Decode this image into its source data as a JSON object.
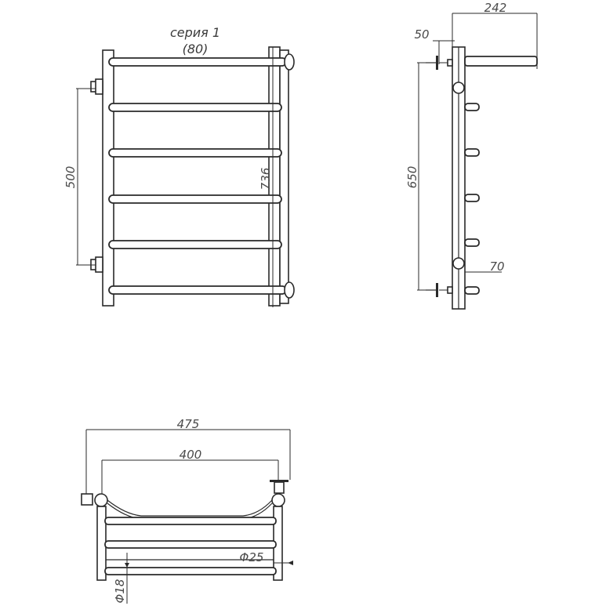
{
  "series": {
    "line1": "серия 1",
    "line2": "(80)"
  },
  "dimensions": {
    "connection_spacing": "500",
    "height": "736",
    "width_total": "242",
    "wall_offset": "50",
    "side_connection_spacing": "650",
    "rail_projection": "70",
    "overall_width": "475",
    "axis_width": "400",
    "pipe_main": "Φ25",
    "pipe_rail": "Φ18"
  },
  "colors": {
    "line": "#2a2a2a",
    "text": "#4a4a4a",
    "background": "#ffffff"
  }
}
